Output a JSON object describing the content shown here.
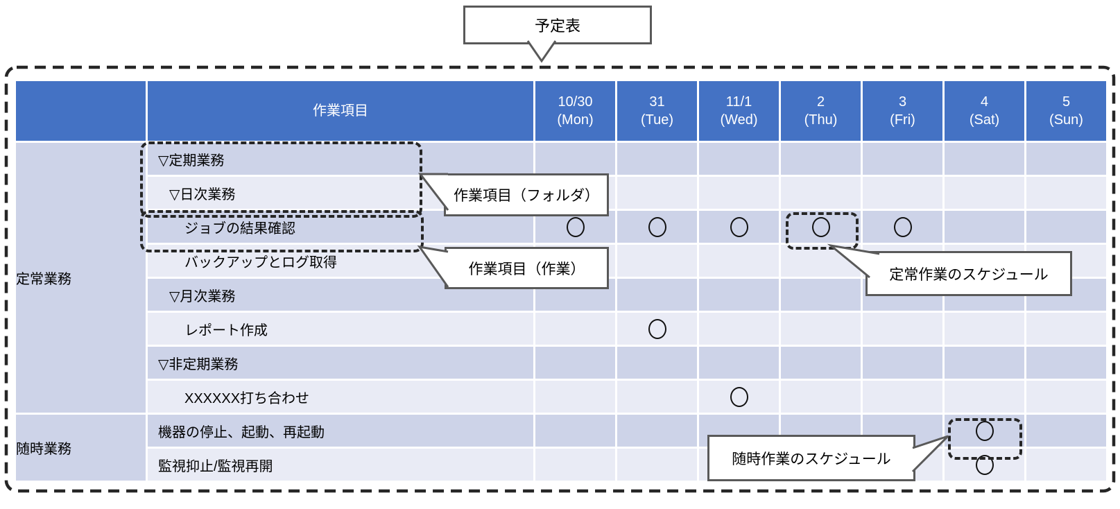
{
  "title_callout": {
    "text": "予定表"
  },
  "callouts": {
    "folder_label": "作業項目（フォルダ）",
    "task_label": "作業項目（作業）",
    "regular_schedule_label": "定常作業のスケジュール",
    "adhoc_schedule_label": "随時作業のスケジュール"
  },
  "colors": {
    "header_blue": "#4472C4",
    "band_dark": "#CDD3E8",
    "band_light": "#E9EBF5",
    "circle_stroke": "#111111",
    "dashed_annotation": "#262626",
    "callout_border": "#595959"
  },
  "table": {
    "item_header": "作業項目",
    "mark_symbol": "○",
    "days": [
      {
        "date": "10/30",
        "dow": "(Mon)"
      },
      {
        "date": "31",
        "dow": "(Tue)"
      },
      {
        "date": "11/1",
        "dow": "(Wed)"
      },
      {
        "date": "2",
        "dow": "(Thu)"
      },
      {
        "date": "3",
        "dow": "(Fri)"
      },
      {
        "date": "4",
        "dow": "(Sat)"
      },
      {
        "date": "5",
        "dow": "(Sun)"
      }
    ],
    "groups": [
      {
        "label": "定常業務",
        "rows": 8
      },
      {
        "label": "随時業務",
        "rows": 2
      }
    ],
    "rows": [
      {
        "label": "▽定期業務",
        "indent": 0,
        "marks": [
          "",
          "",
          "",
          "",
          "",
          "",
          ""
        ],
        "highlight_col": null
      },
      {
        "label": "▽日次業務",
        "indent": 1,
        "marks": [
          "",
          "",
          "",
          "",
          "",
          "",
          ""
        ],
        "highlight_col": null
      },
      {
        "label": "ジョブの結果確認",
        "indent": 2,
        "marks": [
          "○",
          "○",
          "○",
          "○",
          "○",
          "",
          ""
        ],
        "highlight_col": 3
      },
      {
        "label": "バックアップとログ取得",
        "indent": 2,
        "marks": [
          "",
          "",
          "",
          "",
          "",
          "",
          ""
        ],
        "highlight_col": null
      },
      {
        "label": "▽月次業務",
        "indent": 1,
        "marks": [
          "",
          "",
          "",
          "",
          "",
          "",
          ""
        ],
        "highlight_col": null
      },
      {
        "label": "レポート作成",
        "indent": 2,
        "marks": [
          "",
          "○",
          "",
          "",
          "",
          "",
          ""
        ],
        "highlight_col": null
      },
      {
        "label": "▽非定期業務",
        "indent": 0,
        "marks": [
          "",
          "",
          "",
          "",
          "",
          "",
          ""
        ],
        "highlight_col": null
      },
      {
        "label": "XXXXXX打ち合わせ",
        "indent": 2,
        "marks": [
          "",
          "",
          "○",
          "",
          "",
          "",
          ""
        ],
        "highlight_col": null
      },
      {
        "label": "機器の停止、起動、再起動",
        "indent": 0,
        "marks": [
          "",
          "",
          "",
          "",
          "",
          "○",
          ""
        ],
        "highlight_col": 5
      },
      {
        "label": "監視抑止/監視再開",
        "indent": 0,
        "marks": [
          "",
          "",
          "",
          "",
          "",
          "○",
          ""
        ],
        "highlight_col": null
      }
    ]
  }
}
